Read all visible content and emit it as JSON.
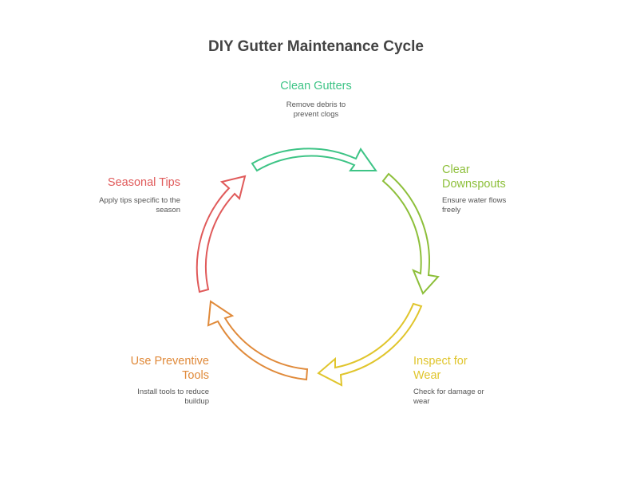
{
  "title": "DIY Gutter Maintenance Cycle",
  "colors": {
    "clean_gutters": "#3ec486",
    "clear_downspouts": "#8dbf3a",
    "inspect_for_wear": "#e0c52c",
    "use_preventive_tools": "#e08a3a",
    "seasonal_tips": "#e05a5a"
  },
  "steps": [
    {
      "title": "Clean Gutters",
      "description": "Remove debris to prevent clogs"
    },
    {
      "title": "Clear Downspouts",
      "description": "Ensure water flows freely"
    },
    {
      "title": "Inspect for Wear",
      "description": "Check for damage or wear"
    },
    {
      "title": "Use Preventive Tools",
      "description": "Install tools to reduce buildup"
    },
    {
      "title": "Seasonal Tips",
      "description": "Apply tips specific to the season"
    }
  ]
}
